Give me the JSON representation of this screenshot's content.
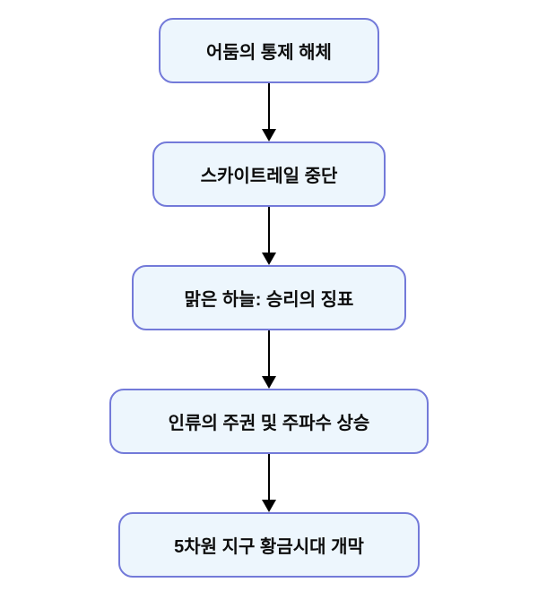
{
  "diagram": {
    "type": "flowchart",
    "direction": "top-down",
    "nodes": [
      {
        "id": "n1",
        "label": "어둠의 통제 해체"
      },
      {
        "id": "n2",
        "label": "스카이트레일 중단"
      },
      {
        "id": "n3",
        "label": "맑은 하늘: 승리의 징표"
      },
      {
        "id": "n4",
        "label": "인류의 주권 및 주파수 상승"
      },
      {
        "id": "n5",
        "label": "5차원 지구 황금시대 개막"
      }
    ],
    "edges": [
      {
        "from": "n1",
        "to": "n2"
      },
      {
        "from": "n2",
        "to": "n3"
      },
      {
        "from": "n3",
        "to": "n4"
      },
      {
        "from": "n4",
        "to": "n5"
      }
    ],
    "colors": {
      "node_fill": "#edf6fd",
      "node_border": "#737ad9",
      "text": "#0d0d0d",
      "arrow": "#000000",
      "background": "#ffffff"
    }
  }
}
